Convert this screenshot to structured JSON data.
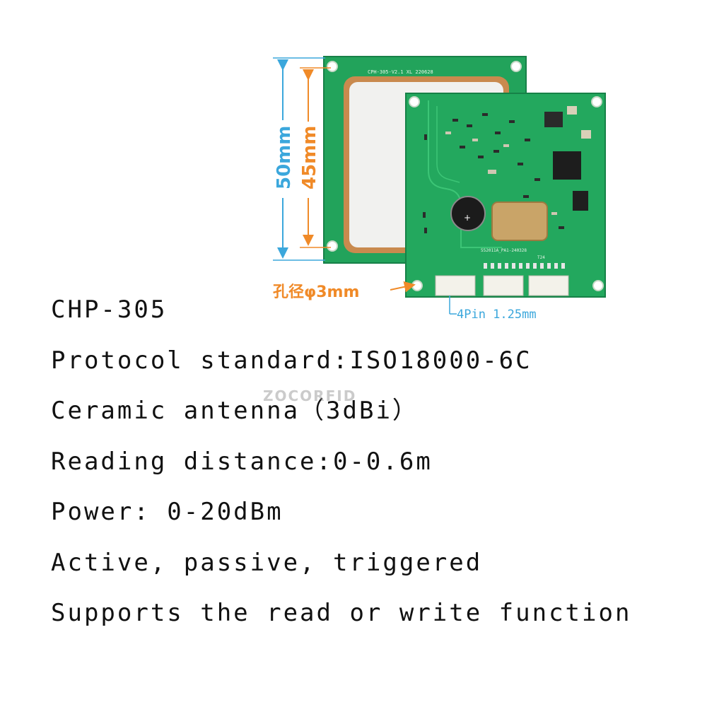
{
  "product": {
    "model": "CHP-305",
    "specs": [
      "Protocol standard:ISO18000-6C",
      "Ceramic antenna（3dBi）",
      "Reading distance:0-0.6m",
      "Power: 0-20dBm",
      "Active, passive, triggered",
      "Supports the read or write function"
    ]
  },
  "dimensions": {
    "outer_height": "50mm",
    "inner_height": "45mm",
    "hole_diameter": "孔径φ3mm",
    "connector": "4Pin 1.25mm"
  },
  "silkscreen": {
    "antenna_label": "CPH-305-V2.1 XL 220628",
    "board_label": "552011A_PA1-240328",
    "board_code": "T24"
  },
  "watermark": "ZOCORFID",
  "colors": {
    "pcb_green": "#1fa35a",
    "dim_blue": "#3ba7dc",
    "dim_orange": "#f08a28",
    "text": "#111111"
  }
}
